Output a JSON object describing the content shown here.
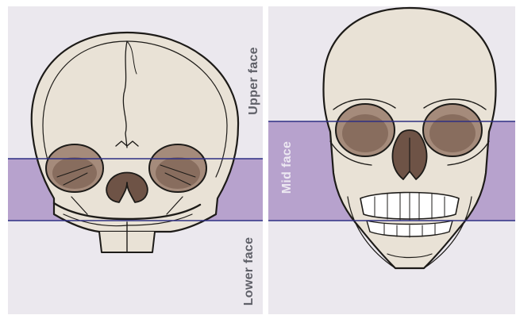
{
  "colors": {
    "panel_bg": "#ebe8ee",
    "band_fill": "#b7a2cd",
    "band_line": "#2e2f84",
    "bone": "#e9e2d6",
    "bone_outline": "#1d1b18",
    "orbit_shadow": "#7c6153",
    "label_dark": "#5f6068",
    "label_light": "#ece8f1"
  },
  "icons": {
    "infant_skull": "infant-skull-icon",
    "adult_skull": "adult-skull-icon"
  },
  "labels": {
    "upper_face": "Upper face",
    "lower_face": "Lower face",
    "mid_face": "Mid face"
  }
}
